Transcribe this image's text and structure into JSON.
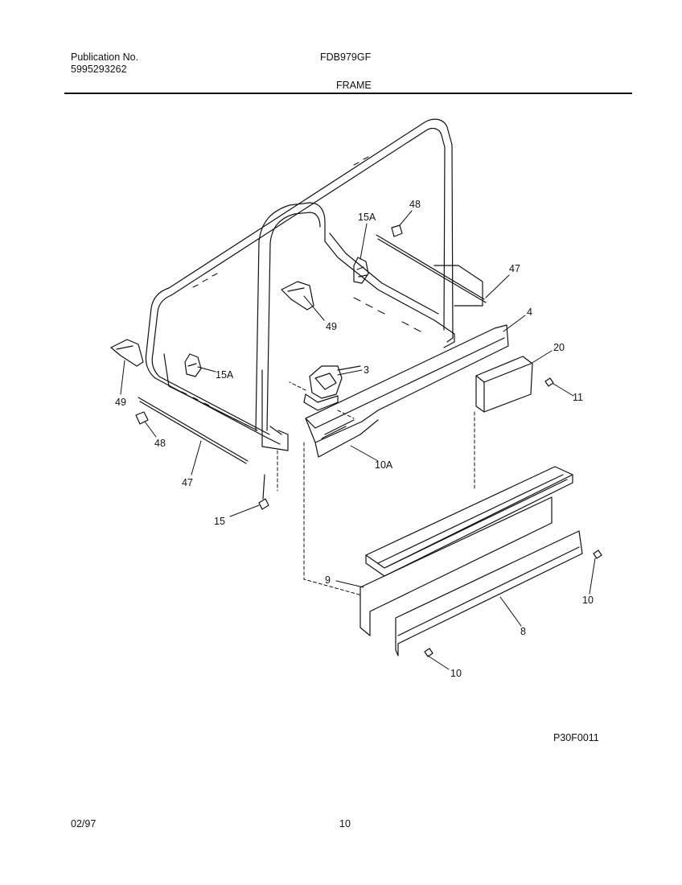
{
  "header": {
    "publication_label": "Publication No.",
    "publication_number": "5995293262",
    "model": "FDB979GF",
    "section": "FRAME"
  },
  "footer": {
    "drawing_code": "P30F0011",
    "date": "02/97",
    "page": "10"
  },
  "callouts": {
    "c48_top": "48",
    "c15a_top": "15A",
    "c47_right": "47",
    "c49_mid": "49",
    "c4": "4",
    "c20": "20",
    "c3": "3",
    "c15a_left": "15A",
    "c49_left": "49",
    "c11": "11",
    "c48_left": "48",
    "c10a": "10A",
    "c47_left": "47",
    "c15": "15",
    "c9": "9",
    "c10_right": "10",
    "c8": "8",
    "c10_bottom": "10"
  }
}
